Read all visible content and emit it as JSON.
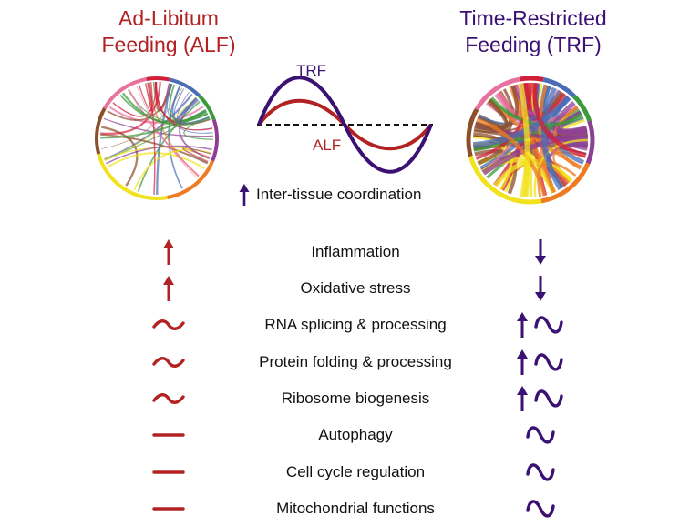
{
  "headers": {
    "alf": [
      "Ad-Libitum",
      "Feeding (ALF)"
    ],
    "trf": [
      "Time-Restricted",
      "Feeding (TRF)"
    ]
  },
  "colors": {
    "alf": "#b22222",
    "trf": "#3b1273",
    "ring": [
      "#d11f3a",
      "#4a6db5",
      "#3c9a3a",
      "#8e3f93",
      "#ee7b22",
      "#f2e21d",
      "#8b4f2b",
      "#e8719e"
    ]
  },
  "wave": {
    "trf_label": "TRF",
    "alf_label": "ALF"
  },
  "coordination": {
    "label": "Inter-tissue coordination",
    "symbol": "arrow-up-icon"
  },
  "processes": [
    {
      "label": "Inflammation",
      "alf": [
        "arrow-up-icon"
      ],
      "trf": [
        "arrow-down-icon"
      ]
    },
    {
      "label": "Oxidative stress",
      "alf": [
        "arrow-up-icon"
      ],
      "trf": [
        "arrow-down-icon"
      ]
    },
    {
      "label": "RNA splicing & processing",
      "alf": [
        "weak-wave-icon"
      ],
      "trf": [
        "arrow-up-icon",
        "strong-wave-icon"
      ]
    },
    {
      "label": "Protein folding & processing",
      "alf": [
        "weak-wave-icon"
      ],
      "trf": [
        "arrow-up-icon",
        "strong-wave-icon"
      ]
    },
    {
      "label": "Ribosome biogenesis",
      "alf": [
        "weak-wave-icon"
      ],
      "trf": [
        "arrow-up-icon",
        "strong-wave-icon"
      ]
    },
    {
      "label": "Autophagy",
      "alf": [
        "flat-line-icon"
      ],
      "trf": [
        "strong-wave-icon"
      ]
    },
    {
      "label": "Cell cycle regulation",
      "alf": [
        "flat-line-icon"
      ],
      "trf": [
        "strong-wave-icon"
      ]
    },
    {
      "label": "Mitochondrial functions",
      "alf": [
        "flat-line-icon"
      ],
      "trf": [
        "strong-wave-icon"
      ]
    }
  ]
}
